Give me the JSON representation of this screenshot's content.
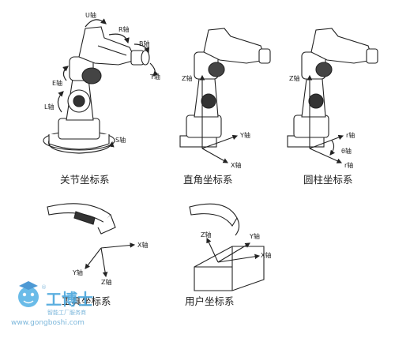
{
  "joint": {
    "caption": "关节坐标系",
    "axes": {
      "u": "U轴",
      "r": "R轴",
      "b": "B轴",
      "t": "T轴",
      "e": "E轴",
      "l": "L轴",
      "s": "S轴"
    }
  },
  "cartesian": {
    "caption": "直角坐标系",
    "axes": {
      "z": "Z轴",
      "y": "Y轴",
      "x": "X轴"
    }
  },
  "cylindrical": {
    "caption": "圆柱坐标系",
    "axes": {
      "z": "Z轴",
      "r1": "r轴",
      "theta": "θ轴",
      "r2": "r轴"
    }
  },
  "tool": {
    "caption": "工具坐标系",
    "axes": {
      "x": "X轴",
      "y": "Y轴",
      "z": "Z轴"
    }
  },
  "user": {
    "caption": "用户坐标系",
    "axes": {
      "z": "Z轴",
      "y": "Y轴",
      "x": "X轴"
    }
  },
  "watermark": {
    "logo_text": "工博士",
    "tagline": "智能工厂服务商",
    "url": "www.gongboshi.com",
    "registered": "®"
  }
}
